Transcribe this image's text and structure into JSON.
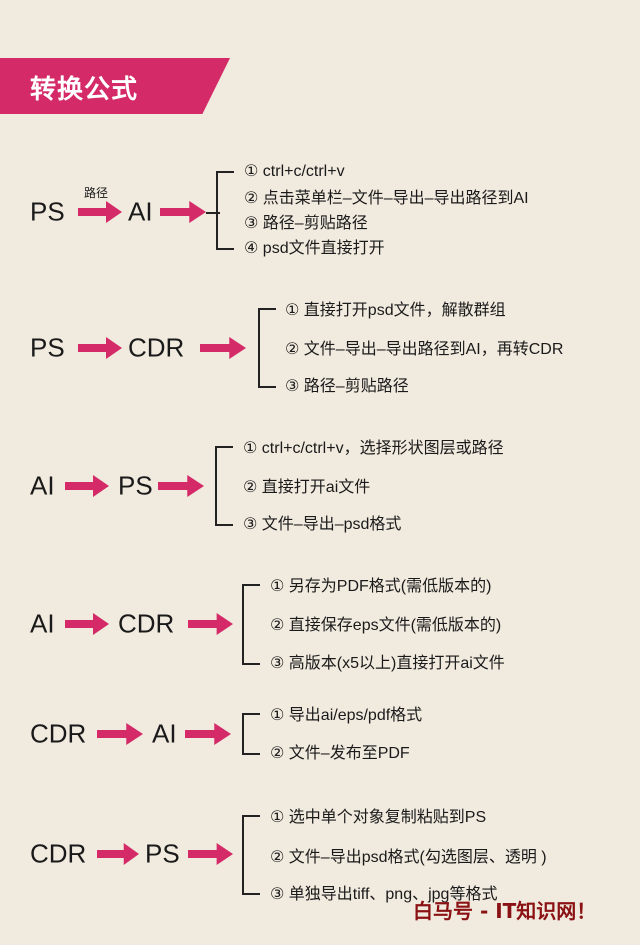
{
  "title": "转换公式",
  "sections": [
    {
      "from": "PS",
      "via": "路径",
      "to": "AI",
      "items": [
        "① ctrl+c/ctrl+v",
        "② 点击菜单栏–文件–导出–导出路径到AI",
        "③ 路径–剪贴路径",
        "④ psd文件直接打开"
      ]
    },
    {
      "from": "PS",
      "to": "CDR",
      "items": [
        "① 直接打开psd文件，解散群组",
        "② 文件–导出–导出路径到AI，再转CDR",
        "③ 路径–剪贴路径"
      ]
    },
    {
      "from": "AI",
      "to": "PS",
      "items": [
        "① ctrl+c/ctrl+v，选择形状图层或路径",
        "② 直接打开ai文件",
        "③ 文件–导出–psd格式"
      ]
    },
    {
      "from": "AI",
      "to": "CDR",
      "items": [
        "① 另存为PDF格式(需低版本的)",
        "② 直接保存eps文件(需低版本的)",
        "③ 高版本(x5以上)直接打开ai文件"
      ]
    },
    {
      "from": "CDR",
      "to": "AI",
      "items": [
        "① 导出ai/eps/pdf格式",
        "② 文件–发布至PDF"
      ]
    },
    {
      "from": "CDR",
      "to": "PS",
      "items": [
        "① 选中单个对象复制粘贴到PS",
        "② 文件–导出psd格式(勾选图层、透明 )",
        "③ 单独导出tiff、png、jpg等格式"
      ]
    }
  ],
  "watermark": "白马号 - IT知识网！",
  "colors": {
    "accent": "#d42a67",
    "background": "#f1eadf"
  }
}
